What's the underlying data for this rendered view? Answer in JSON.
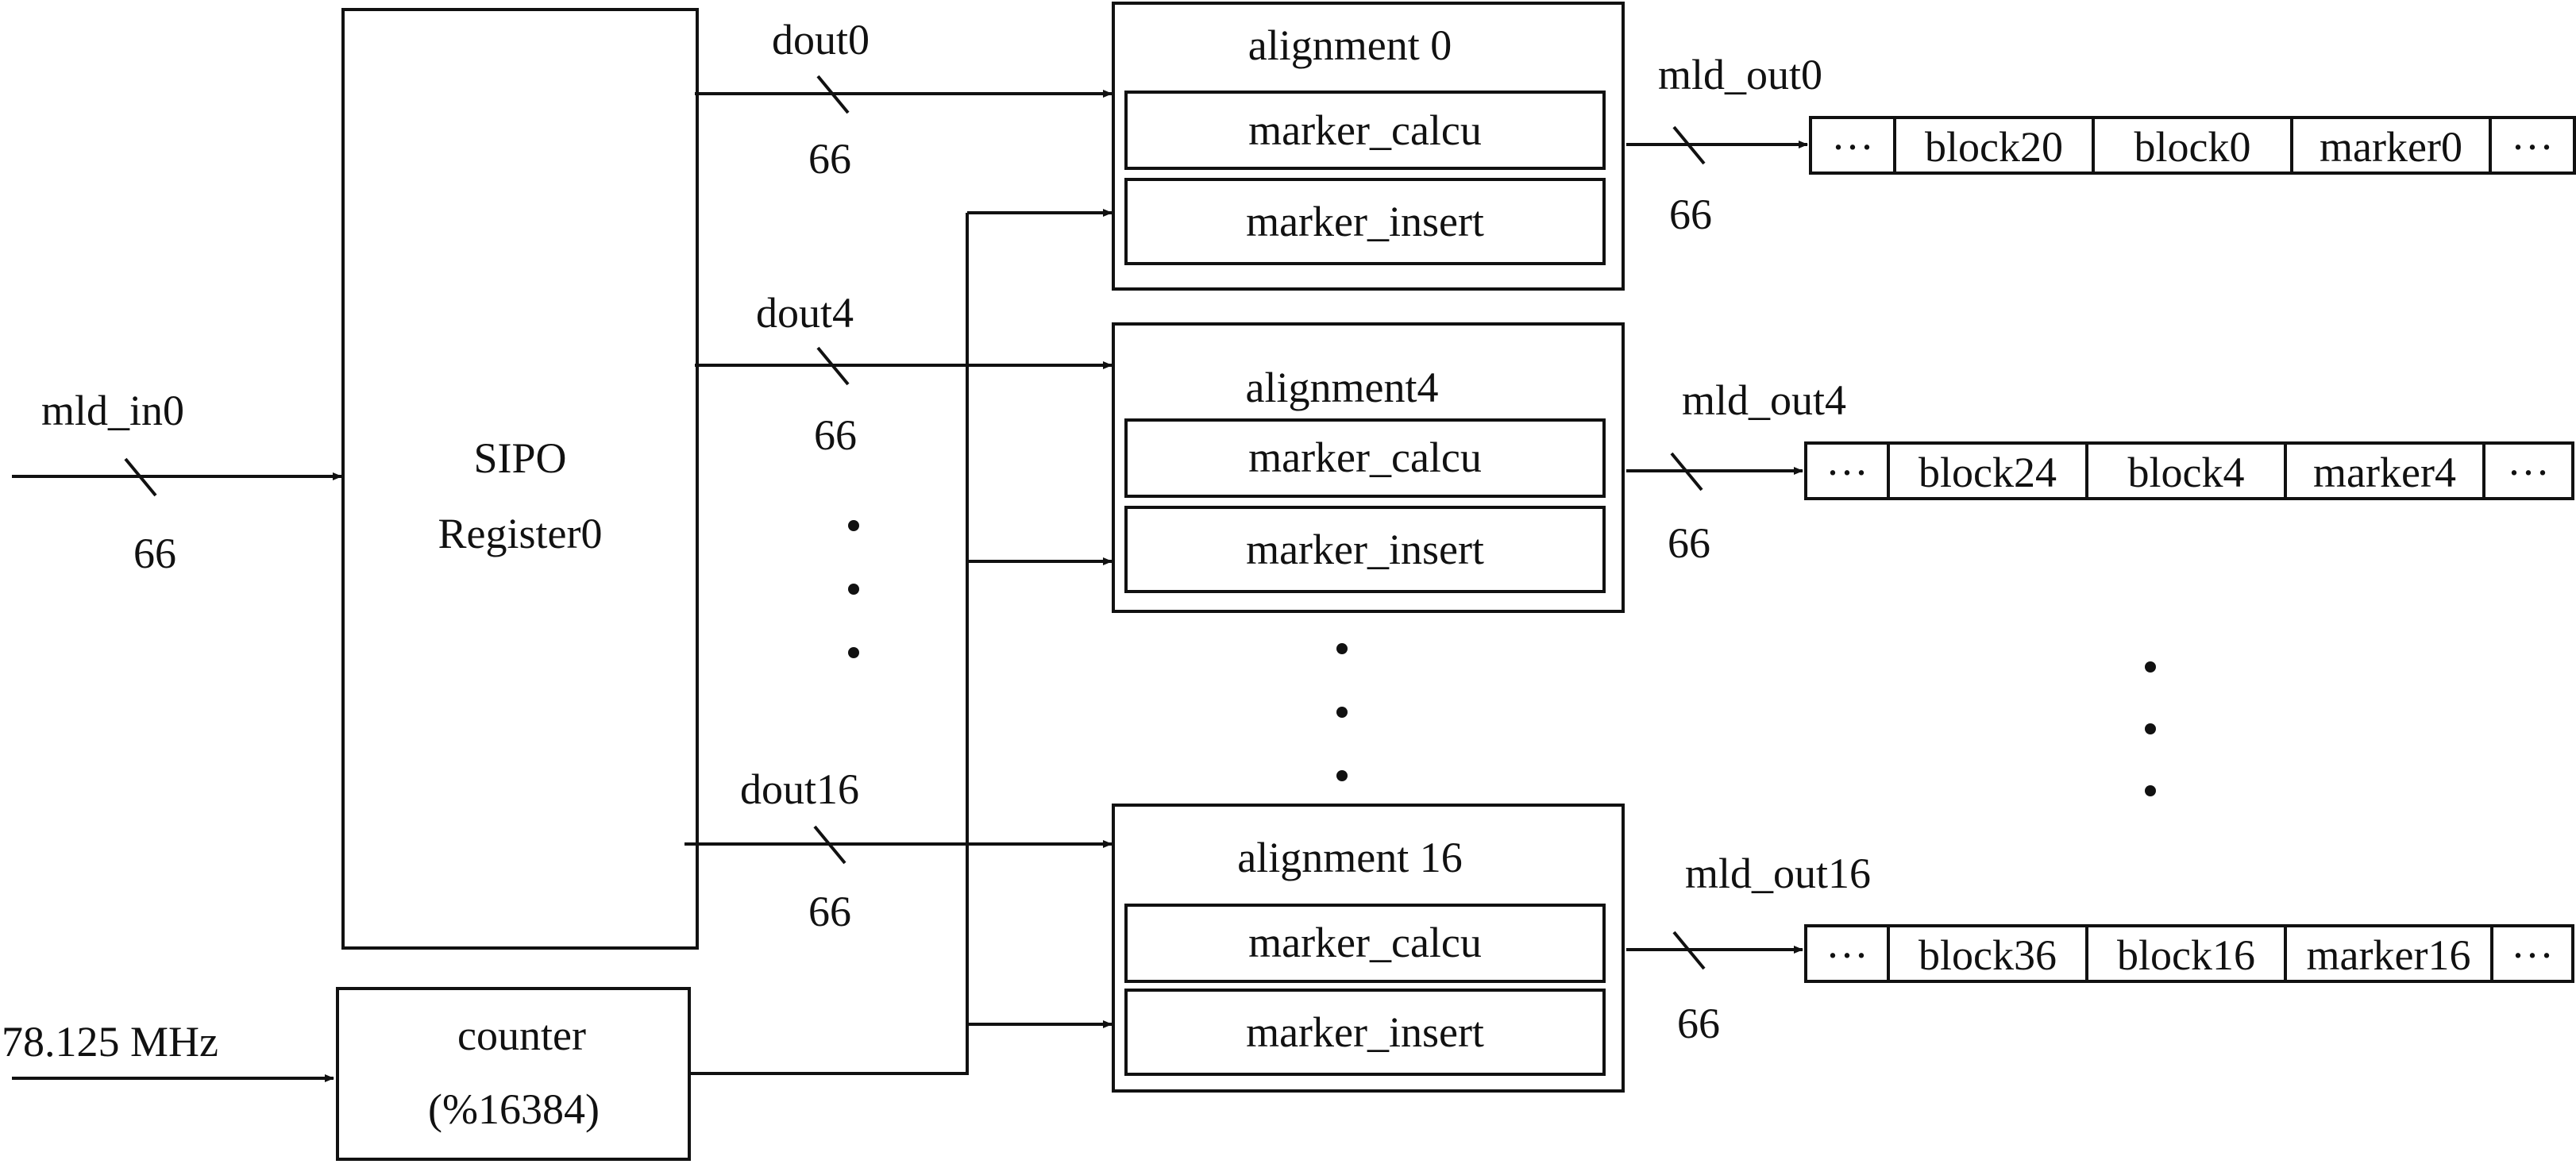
{
  "input": {
    "label": "mld_in0",
    "width": "66"
  },
  "clock": {
    "label": "78.125 MHz"
  },
  "sipo": {
    "line1": "SIPO",
    "line2": "Register0"
  },
  "counter": {
    "line1": "counter",
    "line2": "(%16384)"
  },
  "outputs": [
    {
      "label": "dout0",
      "width": "66"
    },
    {
      "label": "dout4",
      "width": "66"
    },
    {
      "label": "dout16",
      "width": "66"
    }
  ],
  "alignments": [
    {
      "title": "alignment 0",
      "calc": "marker_calcu",
      "insert": "marker_insert"
    },
    {
      "title": "alignment4",
      "calc": "marker_calcu",
      "insert": "marker_insert"
    },
    {
      "title": "alignment 16",
      "calc": "marker_calcu",
      "insert": "marker_insert"
    }
  ],
  "mld_outputs": [
    {
      "label": "mld_out0",
      "width": "66",
      "cells": [
        "···",
        "block20",
        "block0",
        "marker0",
        "···"
      ]
    },
    {
      "label": "mld_out4",
      "width": "66",
      "cells": [
        "···",
        "block24",
        "block4",
        "marker4",
        "···"
      ]
    },
    {
      "label": "mld_out16",
      "width": "66",
      "cells": [
        "···",
        "block36",
        "block16",
        "marker16",
        "···"
      ]
    }
  ]
}
